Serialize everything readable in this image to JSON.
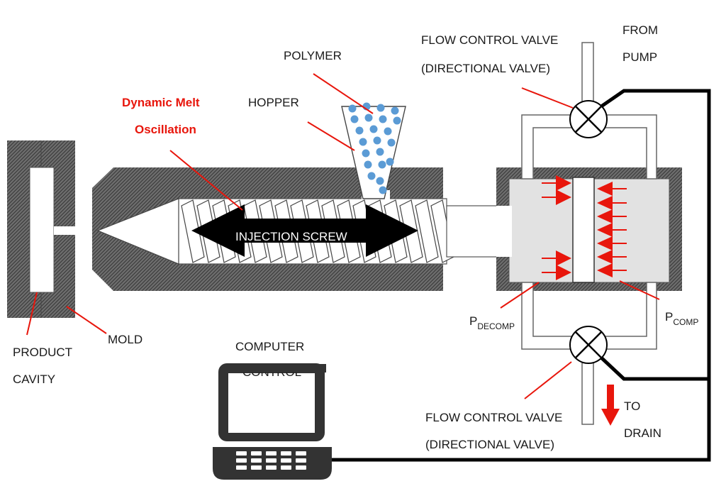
{
  "labels": {
    "dynamic_melt": "Dynamic Melt",
    "oscillation": "Oscillation",
    "hopper": "HOPPER",
    "polymer": "POLYMER",
    "injection_screw": "INJECTION SCREW",
    "flow_valve_top_1": "FLOW CONTROL VALVE",
    "flow_valve_top_2": "(DIRECTIONAL VALVE)",
    "from": "FROM",
    "pump": "PUMP",
    "p_main": "P",
    "p_decomp_sub": "DECOMP",
    "p_comp_sub": "COMP",
    "mold": "MOLD",
    "product": "PRODUCT",
    "cavity": "CAVITY",
    "computer": "COMPUTER",
    "control": "CONTROL",
    "flow_valve_bottom_1": "FLOW CONTROL VALVE",
    "flow_valve_bottom_2": "(DIRECTIONAL VALVE)",
    "to": "TO",
    "drain": "DRAIN"
  },
  "colors": {
    "accent_red": "#e8160c",
    "pellet_blue": "#5b9bd5",
    "hatch_gray": "#5f5f5f",
    "line_black": "#000000"
  },
  "icons": [
    "laptop-icon",
    "valve-top-icon",
    "valve-bottom-icon",
    "drain-arrow-icon"
  ]
}
